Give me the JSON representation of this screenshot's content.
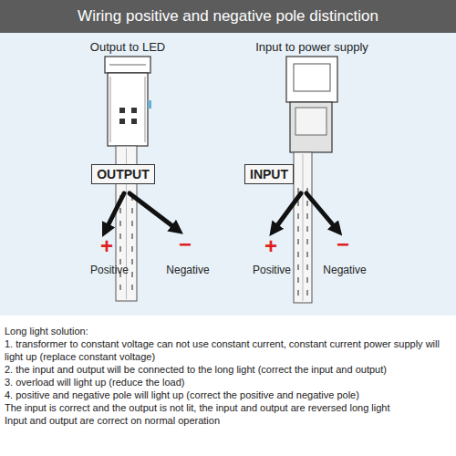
{
  "diagram": {
    "title": "Wiring positive and negative pole distinction",
    "nodes": [
      {
        "text": [
          "OUTPUT"
        ]
      },
      {
        "text": [
          "INPUT"
        ]
      }
    ],
    "edges": [],
    "labels": [
      "Output to LED",
      "Input to power supply",
      "+",
      "Positive",
      "−",
      "Negative",
      "+",
      "Positive",
      "−",
      "Negative",
      "Long light solution:",
      "1. transformer to constant voltage can not use constant current, constant current power supply will light up (replace constant voltage)",
      "2. the input and output will be connected to the long light (correct the input and output)",
      "3. overload will light up (reduce the load)",
      "4. positive and negative pole will light up (correct the positive and negative pole)",
      "The input is correct and the output is not lit, the input and output are reversed long light",
      "Input and output are correct on normal operation"
    ]
  }
}
